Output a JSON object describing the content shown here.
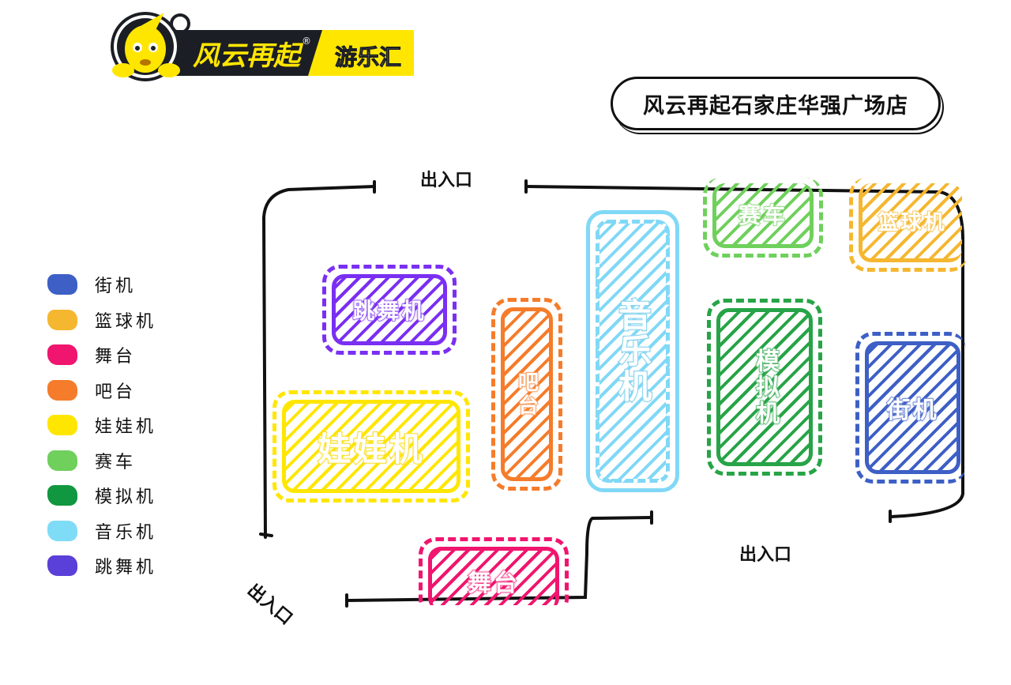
{
  "logo": {
    "brand": "风云再起",
    "sub": "游乐汇",
    "mark": "®"
  },
  "title": "风云再起石家庄华强广场店",
  "entrances": [
    "出入口",
    "出入口",
    "出入口"
  ],
  "colors": {
    "arcade": "#3d5fc6",
    "basketball": "#f5b730",
    "stage": "#f0156e",
    "bar": "#f57c2a",
    "claw": "#ffe600",
    "racing": "#6fd05c",
    "simulator": "#27a447",
    "music": "#80d8f6",
    "dance": "#7a2ff2"
  },
  "legend": [
    {
      "label": "街机",
      "color": "#3d5fc6"
    },
    {
      "label": "篮球机",
      "color": "#f5b730"
    },
    {
      "label": "舞台",
      "color": "#f0156e"
    },
    {
      "label": "吧台",
      "color": "#f57c2a"
    },
    {
      "label": "娃娃机",
      "color": "#ffe600"
    },
    {
      "label": "赛车",
      "color": "#6fd05c"
    },
    {
      "label": "模拟机",
      "color": "#10973f"
    },
    {
      "label": "音乐机",
      "color": "#7fdcf7"
    },
    {
      "label": "跳舞机",
      "color": "#5a3fd8"
    }
  ],
  "zones": {
    "dance": "跳舞机",
    "claw": "娃娃机",
    "bar": "吧台",
    "music": "音乐机",
    "racing": "赛车",
    "basketball": "篮球机",
    "simulator": "模拟机",
    "arcade": "街机",
    "stage": "舞台"
  }
}
